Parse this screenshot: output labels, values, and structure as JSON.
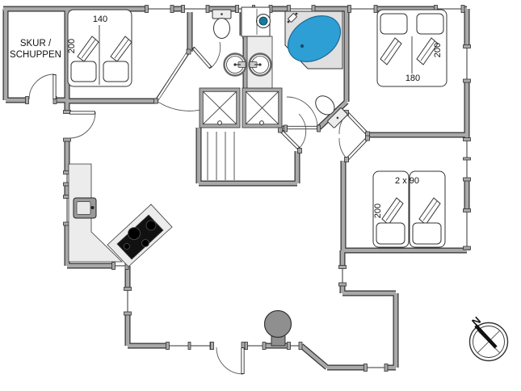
{
  "plan": {
    "title_note": "holiday-house floor plan",
    "shed": {
      "line1": "SKUR /",
      "line2": "SCHUPPEN"
    },
    "bedroom_double": {
      "width_cm": "140",
      "length_cm": "200"
    },
    "bedroom_master": {
      "width_cm": "180",
      "length_cm": "200"
    },
    "bedroom_twin": {
      "width_cm": "2 x 90",
      "length_cm": "200"
    },
    "compass": {
      "north_label": "N"
    },
    "fixtures": [
      "corner-spa-bath",
      "toilet",
      "tilted-toilet",
      "round-washbasin",
      "round-washbasin",
      "washing-machine",
      "shower-cabin",
      "shower-cabin",
      "sauna-bench",
      "kitchen-counter",
      "kitchen-sink",
      "cooktop",
      "wood-burning-stove",
      "compass-rose"
    ],
    "colors": {
      "wall_fill": "#a9a9a9",
      "wall_outline": "#2f2f2f",
      "spa_water": "#2e9fd4",
      "cooktop": "#111111",
      "stove": "#8f8f8f",
      "counter": "#ececec"
    }
  }
}
